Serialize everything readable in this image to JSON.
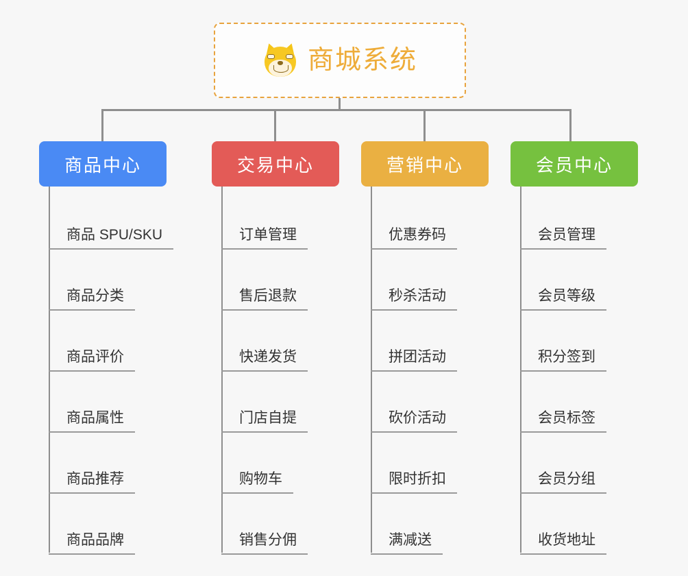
{
  "background_color": "#f7f7f7",
  "root": {
    "title": "商城系统",
    "icon": "dog-face-icon",
    "text_color": "#eeac39",
    "border_color": "#e8a33d"
  },
  "connector_color": "#8e8e8e",
  "columns": [
    {
      "label": "商品中心",
      "color": "#4a8af4",
      "items": [
        "商品 SPU/SKU",
        "商品分类",
        "商品评价",
        "商品属性",
        "商品推荐",
        "商品品牌"
      ]
    },
    {
      "label": "交易中心",
      "color": "#e35b57",
      "items": [
        "订单管理",
        "售后退款",
        "快递发货",
        "门店自提",
        "购物车",
        "销售分佣"
      ]
    },
    {
      "label": "营销中心",
      "color": "#eab042",
      "items": [
        "优惠券码",
        "秒杀活动",
        "拼团活动",
        "砍价活动",
        "限时折扣",
        "满减送"
      ]
    },
    {
      "label": "会员中心",
      "color": "#76c13f",
      "items": [
        "会员管理",
        "会员等级",
        "积分签到",
        "会员标签",
        "会员分组",
        "收货地址"
      ]
    }
  ]
}
